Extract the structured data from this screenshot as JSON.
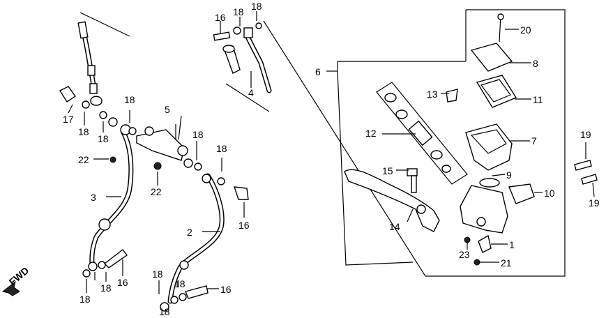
{
  "labels": {
    "l1": "1",
    "l2": "2",
    "l3": "3",
    "l4": "4",
    "l5": "5",
    "l6": "6",
    "l7": "7",
    "l8": "8",
    "l9": "9",
    "l10": "10",
    "l11": "11",
    "l12": "12",
    "l13": "13",
    "l14": "14",
    "l15": "15",
    "l16a": "16",
    "l16b": "16",
    "l16c": "16",
    "l16d": "16",
    "l17": "17",
    "l18a": "18",
    "l18b": "18",
    "l18c": "18",
    "l18d": "18",
    "l18e": "18",
    "l18f": "18",
    "l18g": "18",
    "l18h": "18",
    "l18i": "18",
    "l18j": "18",
    "l18k": "18",
    "l18l": "18",
    "l19a": "19",
    "l19b": "19",
    "l20": "20",
    "l21": "21",
    "l22a": "22",
    "l22b": "22",
    "l23": "23",
    "fwd": "FWD"
  }
}
